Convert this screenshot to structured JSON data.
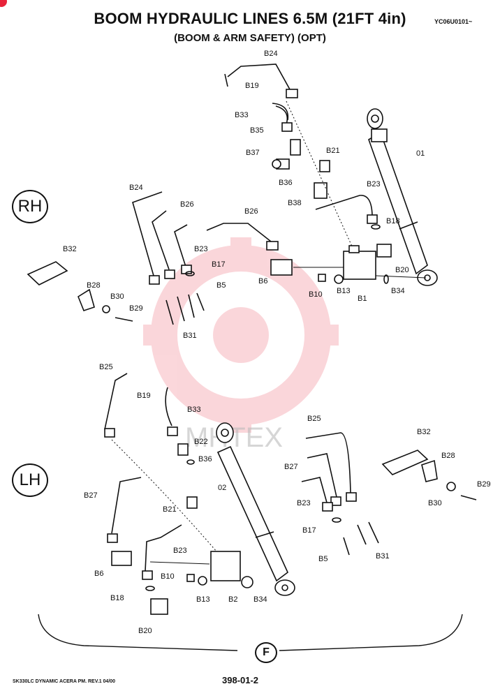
{
  "header": {
    "title": "BOOM HYDRAULIC LINES 6.5M (21FT 4in)",
    "serial": "YC06U0101~",
    "subtitle": "(BOOM & ARM SAFETY) (OPT)"
  },
  "sections": {
    "rh": "RH",
    "lh": "LH",
    "view": "F"
  },
  "watermark": "MHTEX",
  "footer": {
    "model": "SK330LC DYNAMIC ACERA PM. REV.1 04/00",
    "page": "398-01-2"
  },
  "callouts_rh": [
    "B24",
    "B19",
    "B33",
    "B35",
    "B37",
    "B36",
    "B21",
    "B38",
    "B23",
    "01",
    "B18",
    "B20",
    "B34",
    "B1",
    "B13",
    "B10",
    "B6",
    "B26",
    "B24",
    "B26",
    "B23",
    "B17",
    "B5",
    "B31",
    "B32",
    "B28",
    "B30",
    "B29"
  ],
  "callouts_lh": [
    "B25",
    "B19",
    "B33",
    "B22",
    "B36",
    "02",
    "B25",
    "B27",
    "B23",
    "B17",
    "B5",
    "B31",
    "B32",
    "B28",
    "B29",
    "B30",
    "B27",
    "B21",
    "B23",
    "B6",
    "B10",
    "B13",
    "B2",
    "B34",
    "B18",
    "B20"
  ]
}
